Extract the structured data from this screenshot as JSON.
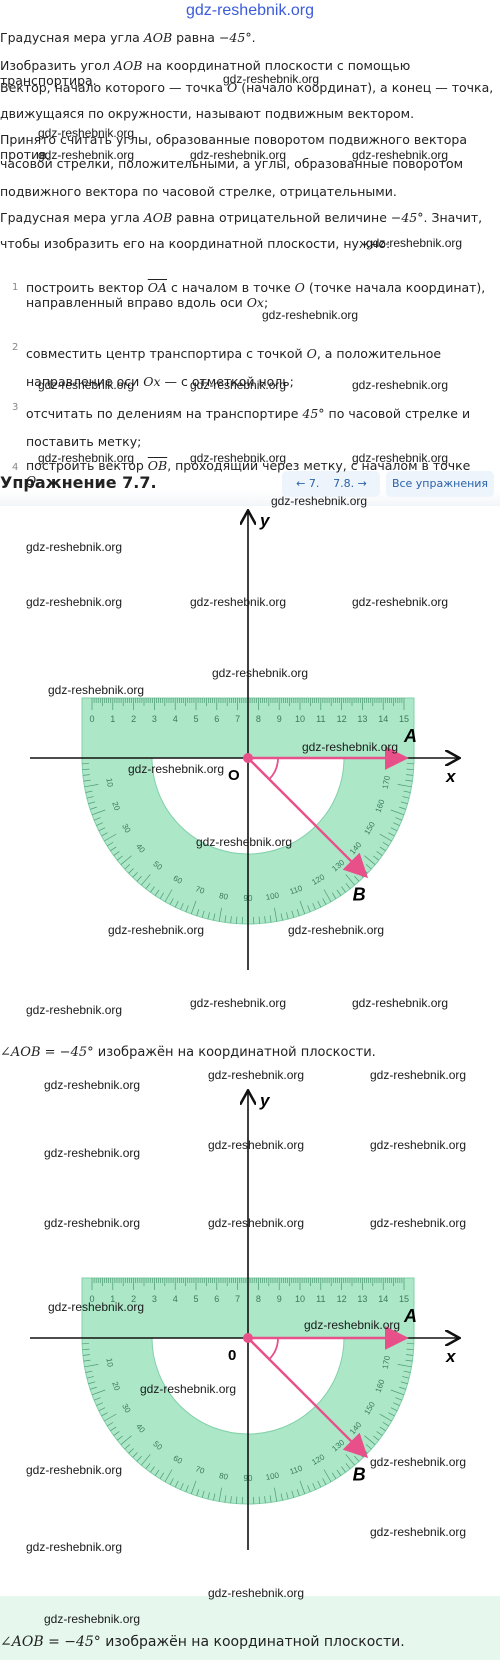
{
  "watermark": "gdz-reshebnik.org",
  "intro": {
    "l1_a": "Градусная мера угла ",
    "l1_m": "AOB",
    "l1_b": " равна ",
    "l1_v": "−45°",
    "l1_c": ".",
    "l2_a": "Изобразить угол ",
    "l2_m": "AOB",
    "l2_b": " на координатной плоскости с помощью транспортира.",
    "l3_a": "Вектор, начало которого — точка ",
    "l3_m": "O",
    "l3_b": " (начало координат), а конец — точка,",
    "l4": "движущаяся по окружности, называют подвижным вектором.",
    "l5": "Принято считать углы, образованные поворотом подвижного вектора против",
    "l6": "часовой стрелки, положительными, а углы, образованные поворотом",
    "l7": "подвижного вектора по часовой стрелке, отрицательными.",
    "l8_a": "Градусная мера угла ",
    "l8_m": "AOB",
    "l8_b": " равна отрицательной величине ",
    "l8_v": "−45°",
    "l8_c": ". Значит,",
    "l9": "чтобы изобразить его на координатной плоскости, нужно:"
  },
  "steps": [
    {
      "num": "1",
      "a": "построить вектор ",
      "m": "OA",
      "b": " с началом в точке ",
      "m2": "O",
      "c": " (точке начала координат),",
      "d": "направленный вправо вдоль оси ",
      "m3": "Ox",
      "e": ";"
    },
    {
      "num": "2",
      "a": "совместить центр транспортира с точкой ",
      "m": "O",
      "b": ", а положительное",
      "d": "направление оси ",
      "m3": "Ox",
      "e": " — с отметкой ноль;"
    },
    {
      "num": "3",
      "a": "отсчитать по делениям на транспортире ",
      "m": "45°",
      "b": " по часовой стрелке и",
      "d": "поставить метку;"
    },
    {
      "num": "4",
      "a": "построить вектор ",
      "m": "OB",
      "b": ", проходящий через метку, с началом в точке ",
      "m2": "O",
      "c": "."
    }
  ],
  "nav": {
    "title": "Упражнение 7.7.",
    "prev": "← 7.6.",
    "next": "7.8. →",
    "all": "Все упражнения"
  },
  "figure": {
    "x_label": "x",
    "y_label": "y",
    "origin_label": "O",
    "origin_label_2": "0",
    "point_a": "A",
    "point_b": "B",
    "ruler_ticks": [
      "0",
      "1",
      "2",
      "3",
      "4",
      "5",
      "6",
      "7",
      "8",
      "9",
      "10",
      "11",
      "12",
      "13",
      "14",
      "15"
    ],
    "angle_deg": -45
  },
  "captions": {
    "c1_a": "∠",
    "c1_m": "AOB",
    "c1_b": " = −45°",
    "c1_c": " изображён на координатной плоскости.",
    "c2_c": " изображён на координатной плоскости."
  },
  "colors": {
    "protractor": "#9ee3bf",
    "protractor_stroke": "#6cc99a",
    "vector": "#e8508a",
    "link": "#2a62a8"
  }
}
